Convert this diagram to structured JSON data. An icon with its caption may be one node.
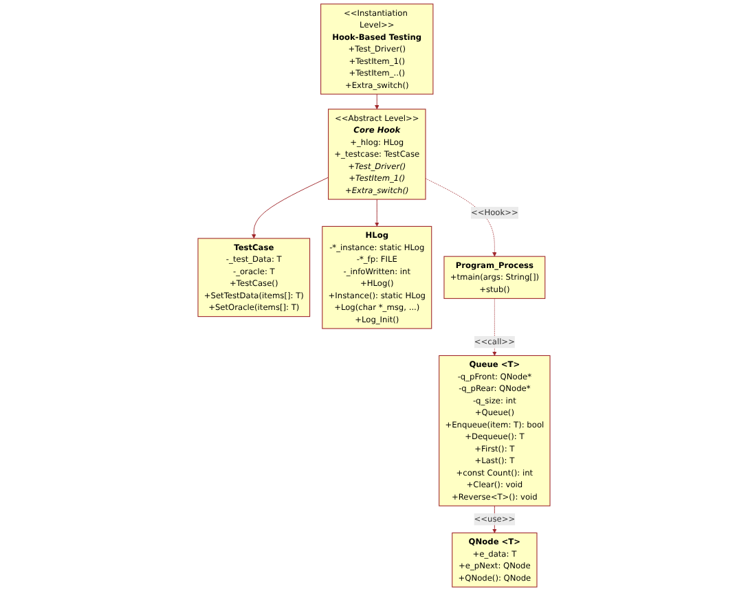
{
  "diagram": {
    "nodes": [
      {
        "text": [
          "QNode <T>",
          "+e_data: T",
          "+e_pNext: QNode",
          "+QNode(): QNode"
        ]
      },
      {
        "text": [
          "<<Instantiation Level>>",
          "Hook-Based Testing",
          "+Test_Driver()",
          "+TestItem_1()",
          "+TestItem_..()",
          "+Extra_switch()"
        ]
      },
      {
        "text": [
          "TestCase",
          "-_test_Data: T",
          "-_oracle: T",
          "+TestCase()",
          "+SetTestData(items[]: T)",
          "+SetOracle(items[]: T)"
        ]
      },
      {
        "text": [
          "Queue <T>",
          "-q_pFront: QNode*",
          "-q_pRear: QNode*",
          "-q_size: int",
          "+Queue()",
          "+Enqueue(item: T): bool",
          "+Dequeue(): T",
          "+First(): T",
          "+Last(): T",
          "+const Count(): int",
          "+Clear(): void",
          "+Reverse<T>(): void"
        ]
      },
      {
        "text": [
          "<<Abstract Level>>",
          "Core Hook",
          "+_hlog: HLog",
          "+_testcase: TestCase",
          "+Test_Driver()",
          "+TestItem_1()",
          "+Extra_switch()"
        ]
      },
      {
        "text": [
          "HLog",
          "-*_instance: static HLog",
          "-*_fp: FILE",
          "-_infoWritten: int",
          "+HLog()",
          "+Instance(): static HLog",
          "+Log(char *_msg, ...)",
          "+Log_Init()"
        ]
      },
      {
        "text": [
          "Program_Process",
          "+tmain(args: String[])",
          "+stub()"
        ]
      }
    ],
    "edges": [
      {
        "from": 3,
        "to": 0,
        "arrow": "to",
        "label": "<<use>>"
      },
      {
        "from": 1,
        "to": 4,
        "arrow": "to"
      },
      {
        "from": 4,
        "to": 2,
        "arrow": "to"
      },
      {
        "from": 4,
        "to": 5,
        "arrow": "to"
      },
      {
        "from": 4,
        "to": 6,
        "arrow": "to",
        "label": "<<Hook>>",
        "style": "dashed"
      },
      {
        "from": 6,
        "to": 3,
        "arrow": "to",
        "label": "<<call>>",
        "style": "dashed"
      }
    ]
  }
}
